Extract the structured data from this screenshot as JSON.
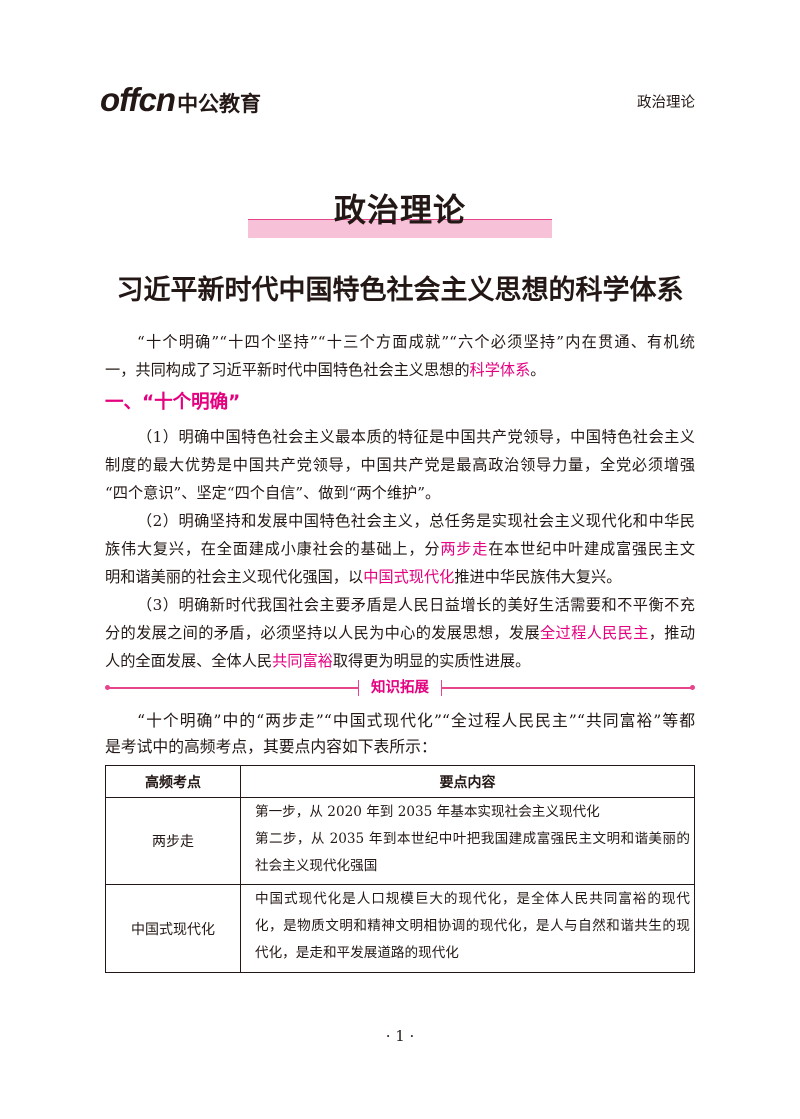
{
  "header": {
    "logo_latin": "offcn",
    "logo_cn": "中公教育",
    "section": "政治理论"
  },
  "title": "政治理论",
  "subtitle": "习近平新时代中国特色社会主义思想的科学体系",
  "intro": [
    [
      "“十个明确”“十四个坚持”“十三个方面成就”“六个必须坚持”内在贯通、有机统"
    ],
    [
      "一，共同构成了习近平新时代中国特色社会主义思想的",
      "科学体系",
      "。"
    ]
  ],
  "section1": {
    "heading": "一、“十个明确”",
    "items": [
      [
        [
          "（1）明确中国特色社会主义最本质的特征是中国共产党领导，中国特色社会主义"
        ],
        [
          "制度的最大优势是中国共产党领导，中国共产党是最高政治领导力量，全党必须增强"
        ],
        [
          "“四个意识”、坚定“四个自信”、做到“两个维护”。"
        ]
      ],
      [
        [
          "（2）明确坚持和发展中国特色社会主义，总任务是实现社会主义现代化和中华民"
        ],
        [
          "族伟大复兴，在全面建成小康社会的基础上，分",
          "两步走",
          "在本世纪中叶建成富强民主文"
        ],
        [
          "明和谐美丽的社会主义现代化强国，以",
          "中国式现代化",
          "推进中华民族伟大复兴。"
        ]
      ],
      [
        [
          "（3）明确新时代我国社会主要矛盾是人民日益增长的美好生活需要和不平衡不充"
        ],
        [
          "分的发展之间的矛盾，必须坚持以人民为中心的发展思想，发展",
          "全过程人民民主",
          "，推动"
        ],
        [
          "人的全面发展、全体人民",
          "共同富裕",
          "取得更为明显的实质性进展。"
        ]
      ]
    ]
  },
  "knowledge": {
    "label": "知识拓展",
    "lines": [
      "“十个明确”中的“两步走”“中国式现代化”“全过程人民民主”“共同富裕”等都",
      "是考试中的高频考点，其要点内容如下表所示："
    ]
  },
  "table": {
    "headers": [
      "高频考点",
      "要点内容"
    ],
    "rows": [
      {
        "term": "两步走",
        "lines": [
          "第一步，从 2020 年到 2035 年基本实现社会主义现代化",
          "第二步，从 2035 年到本世纪中叶把我国建成富强民主文明和谐美丽的",
          "社会主义现代化强国"
        ]
      },
      {
        "term": "中国式现代化",
        "lines": [
          "中国式现代化是人口规模巨大的现代化，是全体人民共同富裕的现代",
          "化，是物质文明和精神文明相协调的现代化，是人与自然和谐共生的现",
          "代化，是走和平发展道路的现代化"
        ]
      }
    ]
  },
  "page_number": "· 1 ·",
  "colors": {
    "text": "#231815",
    "highlight": "#e4007f",
    "accent_line": "#e6448c",
    "title_band": "#f7c1d7"
  }
}
